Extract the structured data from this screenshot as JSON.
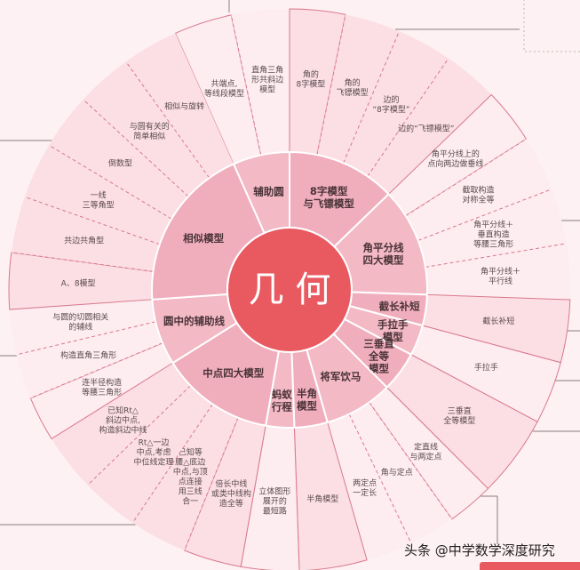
{
  "center": {
    "label": "几 何",
    "color": "#e85960"
  },
  "colors": {
    "background": "#fdf1f4",
    "inner_ring": "#f3b9c5",
    "outer_a": "#fbdfe5",
    "outer_b": "#fdecf0",
    "divider": "#d9798c"
  },
  "groups": [
    {
      "label": [
        "辅助圆"
      ],
      "items": [
        [
          "共端点,",
          "等线段模型"
        ],
        [
          "直角三角",
          "形共斜边",
          "模型"
        ]
      ]
    },
    {
      "label": [
        "8字模型",
        "与飞镖模型"
      ],
      "items": [
        [
          "角的",
          "8字模型"
        ],
        [
          "角的",
          "飞镖模型"
        ],
        [
          "边的",
          "“8字模型”"
        ],
        [
          "边的“飞镖模型”"
        ]
      ]
    },
    {
      "label": [
        "角平分线",
        "四大模型"
      ],
      "items": [
        [
          "角平分线上的",
          "点向两边做垂线"
        ],
        [
          "截取构造",
          "对称全等"
        ],
        [
          "角平分线＋",
          "垂直构造",
          "等腰三角形"
        ],
        [
          "角平分线＋",
          "平行线"
        ]
      ]
    },
    {
      "label": [
        "截长补短"
      ],
      "items": [
        [
          "截长补短"
        ]
      ]
    },
    {
      "label": [
        "手拉手",
        "模型"
      ],
      "items": [
        [
          "手拉手"
        ]
      ]
    },
    {
      "label": [
        "三垂直",
        "全等",
        "模型"
      ],
      "items": [
        [
          "三垂直",
          "全等模型"
        ]
      ]
    },
    {
      "label": [
        "将军饮马"
      ],
      "items": [
        [
          "定直线",
          "与两定点"
        ],
        [
          "角与定点"
        ],
        [
          "两定点",
          "一定长"
        ]
      ]
    },
    {
      "label": [
        "半角",
        "模型"
      ],
      "items": [
        [
          "半角模型"
        ]
      ]
    },
    {
      "label": [
        "蚂蚁",
        "行程"
      ],
      "items": [
        [
          "立体图形",
          "展开的",
          "最短路"
        ]
      ]
    },
    {
      "label": [
        "中点四大模型"
      ],
      "items": [
        [
          "倍长中线",
          "或类中线构",
          "造全等"
        ],
        [
          "已知等",
          "腰△底边",
          "中点,与顶",
          "点连接",
          "用三线",
          "合一"
        ],
        [
          "Rt△一边",
          "中点,考虑",
          "中位线定理"
        ],
        [
          "已知Rt△",
          "斜边中点,",
          "构造斜边中线"
        ]
      ]
    },
    {
      "label": [
        "圆中的辅助线"
      ],
      "items": [
        [
          "连半径构造",
          "等腰三角形"
        ],
        [
          "构造直角三角形"
        ],
        [
          "与圆的切圆相关",
          "的辅线"
        ]
      ]
    },
    {
      "label": [
        "相似模型"
      ],
      "items": [
        [
          "A、8模型"
        ],
        [
          "共边共角型"
        ],
        [
          "一线",
          "三等角型"
        ],
        [
          "倒数型"
        ],
        [
          "与圆有关的",
          "简单相似"
        ],
        [
          "相似与旋转"
        ]
      ]
    }
  ],
  "watermark": "头条 @中学数学深度研究"
}
